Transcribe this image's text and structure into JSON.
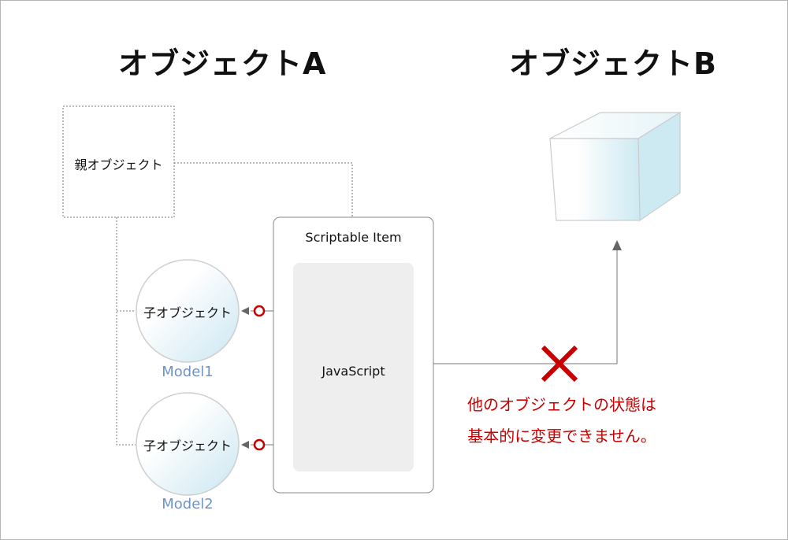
{
  "titles": {
    "object_a": "オブジェクトA",
    "object_b": "オブジェクトB"
  },
  "parent": {
    "label": "親オブジェクト"
  },
  "children": [
    {
      "label": "子オブジェクト",
      "model": "Model1"
    },
    {
      "label": "子オブジェクト",
      "model": "Model2"
    }
  ],
  "scriptable_item": {
    "title": "Scriptable Item",
    "inner_label": "JavaScript"
  },
  "warning": {
    "line1": "他のオブジェクトの状態は",
    "line2": "基本的に変更できません。"
  },
  "colors": {
    "warning_red": "#c80000",
    "model_blue": "#6f93c6",
    "gradient_blue": "#cde9f2",
    "connector_gray": "#666666"
  }
}
